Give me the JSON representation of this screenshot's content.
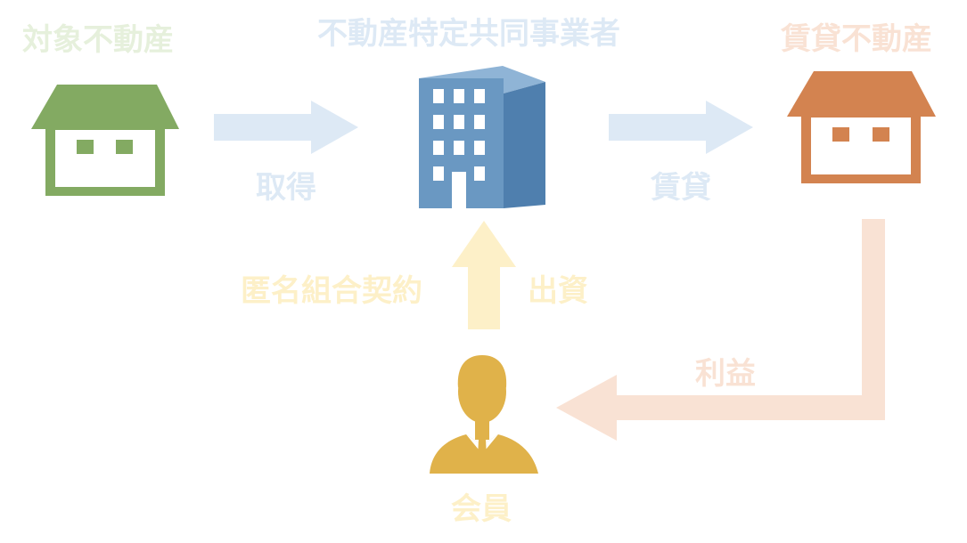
{
  "nodes": {
    "target_property": {
      "label": "対象不動産"
    },
    "operator": {
      "label": "不動産特定共同事業者"
    },
    "leased_property": {
      "label": "賃貸不動産"
    },
    "member": {
      "label": "会員"
    }
  },
  "edges": {
    "acquisition": {
      "label": "取得"
    },
    "leasing": {
      "label": "賃貸"
    },
    "contract": {
      "label": "匿名組合契約"
    },
    "investment": {
      "label": "出資"
    },
    "profit": {
      "label": "利益"
    }
  },
  "colors": {
    "green": "#83aa62",
    "green_text": "#e6f0dc",
    "blue": "#6a98c2",
    "blue_light": "#dde9f5",
    "orange": "#d38350",
    "orange_light": "#f9e2d4",
    "yellow": "#e0b24a",
    "yellow_light": "#fdf0c8"
  },
  "icons": {
    "target_property": "house-icon",
    "operator": "office-building-icon",
    "leased_property": "house-icon",
    "member": "person-icon"
  }
}
